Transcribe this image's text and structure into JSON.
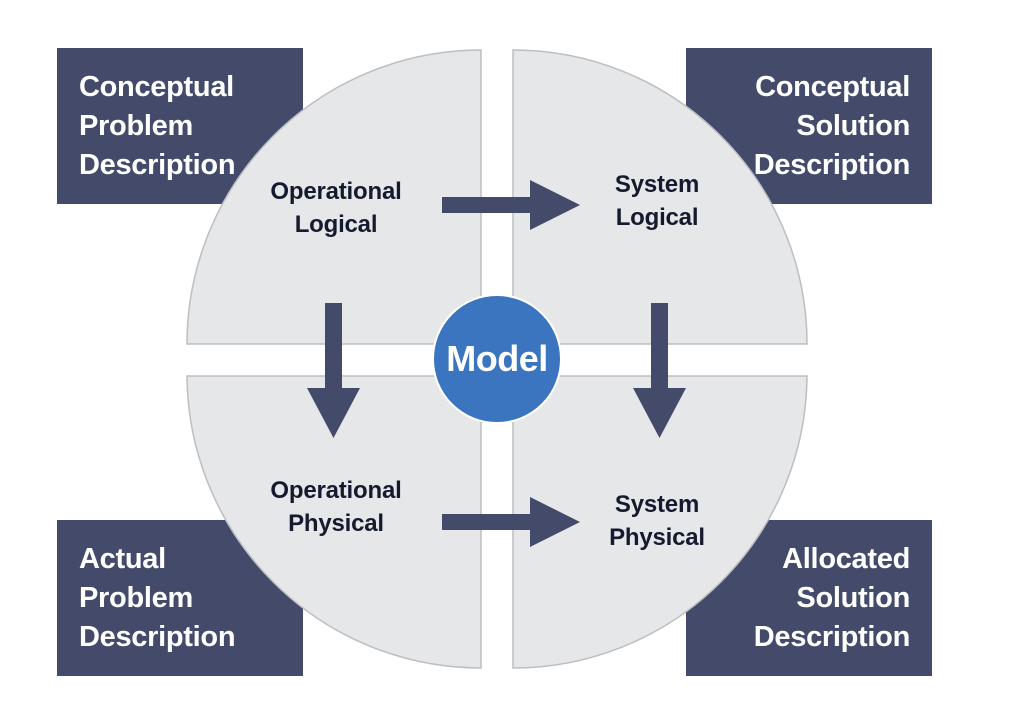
{
  "colors": {
    "box_fill": "#434a6a",
    "quadrant_fill": "#e6e7e9",
    "quadrant_stroke": "#bcbec2",
    "arrow_fill": "#434a6a",
    "model_fill": "#3b74bf",
    "model_stroke": "#ffffff",
    "text_dark": "#151a2e",
    "text_light": "#ffffff"
  },
  "corner_boxes": {
    "top_left": {
      "lines": [
        "Conceptual",
        "Problem",
        "Description"
      ]
    },
    "top_right": {
      "lines": [
        "Conceptual",
        "Solution",
        "Description"
      ]
    },
    "bottom_left": {
      "lines": [
        "Actual",
        "Problem",
        "Description"
      ]
    },
    "bottom_right": {
      "lines": [
        "Allocated",
        "Solution",
        "Description"
      ]
    }
  },
  "quadrants": {
    "top_left": {
      "lines": [
        "Operational",
        "Logical"
      ]
    },
    "top_right": {
      "lines": [
        "System",
        "Logical"
      ]
    },
    "bottom_left": {
      "lines": [
        "Operational",
        "Physical"
      ]
    },
    "bottom_right": {
      "lines": [
        "System",
        "Physical"
      ]
    }
  },
  "center": {
    "label": "Model"
  },
  "arrows": [
    {
      "name": "arrow-operational-logical-to-system-logical",
      "direction": "right"
    },
    {
      "name": "arrow-operational-physical-to-system-physical",
      "direction": "right"
    },
    {
      "name": "arrow-operational-logical-to-operational-physical",
      "direction": "down"
    },
    {
      "name": "arrow-system-logical-to-system-physical",
      "direction": "down"
    }
  ]
}
